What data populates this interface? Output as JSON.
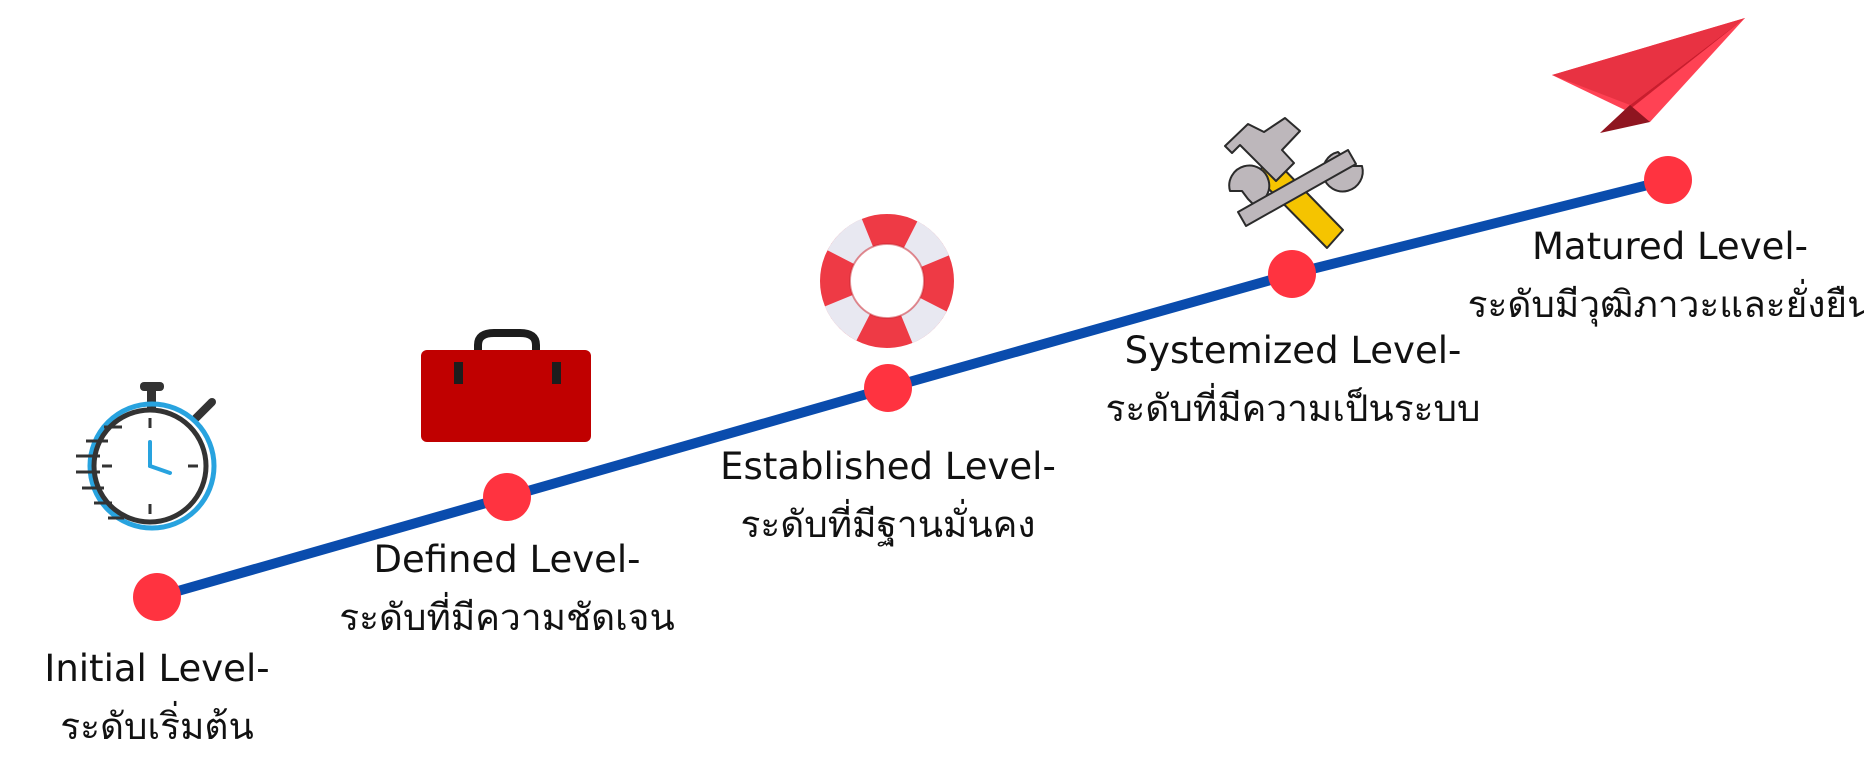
{
  "diagram": {
    "line_color": "#0a4cad",
    "node_color": "#ff3340",
    "levels": [
      {
        "id": "initial",
        "title": "Initial Level-",
        "subtitle": "ระดับเริ่มต้น",
        "icon": "stopwatch-icon"
      },
      {
        "id": "defined",
        "title": "Defined Level-",
        "subtitle": "ระดับที่มีความชัดเจน",
        "icon": "toolbox-icon"
      },
      {
        "id": "established",
        "title": "Established Level-",
        "subtitle": "ระดับที่มีฐานมั่นคง",
        "icon": "lifebuoy-icon"
      },
      {
        "id": "systemized",
        "title": "Systemized Level-",
        "subtitle": "ระดับที่มีความเป็นระบบ",
        "icon": "hammer-wrench-icon"
      },
      {
        "id": "matured",
        "title": "Matured Level-",
        "subtitle": "ระดับมีวุฒิภาวะและยั่งยืน",
        "icon": "paper-plane-icon"
      }
    ]
  }
}
